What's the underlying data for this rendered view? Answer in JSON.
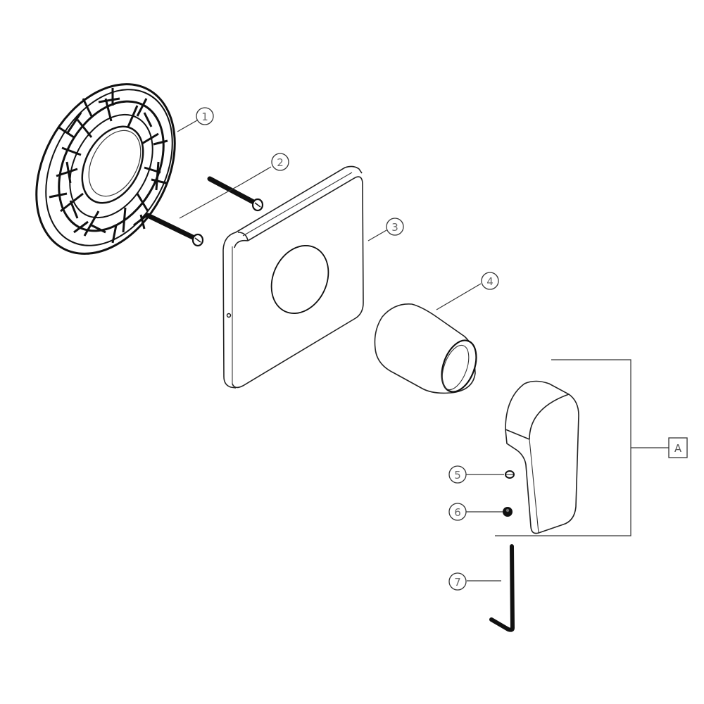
{
  "diagram": {
    "type": "exploded-parts-diagram",
    "subject": "Single-lever shower valve trim kit",
    "callouts": [
      {
        "id": "1",
        "label": "1",
        "part": "mounting plate"
      },
      {
        "id": "2",
        "label": "2",
        "part": "mounting screws (x2)"
      },
      {
        "id": "3",
        "label": "3",
        "part": "square escutcheon plate"
      },
      {
        "id": "4",
        "label": "4",
        "part": "sleeve"
      },
      {
        "id": "5",
        "label": "5",
        "part": "cap / plug"
      },
      {
        "id": "6",
        "label": "6",
        "part": "set screw"
      },
      {
        "id": "7",
        "label": "7",
        "part": "hex (allen) key"
      }
    ],
    "assembly_label": "A",
    "assembly_note": "Bracket groups handle with parts 5 and 6 as assembly A"
  }
}
